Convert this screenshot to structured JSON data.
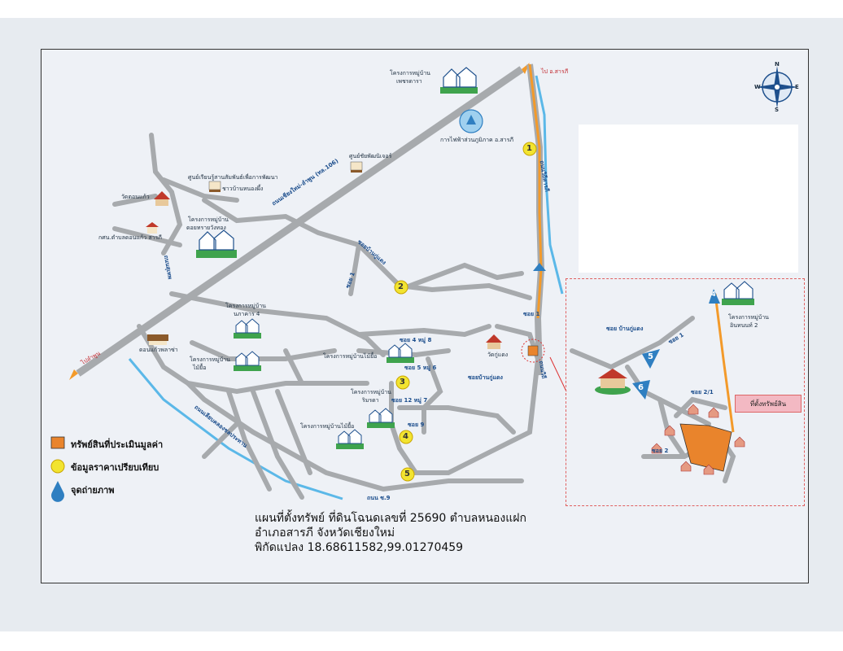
{
  "map": {
    "direction_labels": {
      "to_saraphi": "ไป อ.สารภี",
      "to_lamphun": "ไปลำพูน"
    },
    "landmarks": {
      "village_phet": [
        "โครงการหมู่บ้าน",
        "เพชรดารา"
      ],
      "electric_office": "การไฟฟ้าส่วนภูมิภาค อ.สารภี",
      "shop_center": "ศูนย์ชัยพัฒนิเจอร์",
      "learning_center": [
        "ศูนย์เรียนรู้สานสัมพันธ์เพื่อการพัฒนา",
        "ชาวบ้านหนองผึ้ง"
      ],
      "temple_nongphueng": "วัดดอนแก้ว",
      "school": "กศน.ตำบลดอนแก้ว สารภี",
      "village_doi": [
        "โครงการหมู่บ้าน",
        "ดอยทรายวังทอง"
      ],
      "village_nakha": [
        "โครงการหมู่บ้าน",
        "นภาคาร 4"
      ],
      "village_maiyue": [
        "โครงการหมู่บ้าน",
        "ไม้ยื้อ"
      ],
      "store_donkaew": "ดอนแก้วพลาซ่า",
      "village_maiyue2": "โครงการหมู่บ้านไม้ยื้อ",
      "temple_ku_daeng": "วัดกู่แดง",
      "village_rinrada": [
        "โครงการหมู่บ้าน",
        "ริมรดา"
      ],
      "village_maiyue3": "โครงการหมู่บ้านไม้ยื้อ",
      "inset_village": [
        "โครงการหมู่บ้าน",
        "อินทนนท์ 2"
      ],
      "property_callout": "ที่ตั้งทรัพย์สิน"
    },
    "road_labels": {
      "main_highway": "ถนนเชียงใหม่-ลำพูน (ทล.106)",
      "road_saraphi": "ถนนวิถีสารภี",
      "road_nongphueng": "ซอยบ้านกู่แดง",
      "soi1": "ซอย 1",
      "soi1b": "ซอย 1",
      "soi4_m8": "ซอย 4 หมู่ 8",
      "soi5_m6": "ซอย 5 หมู่ 6",
      "soi12_m7": "ซอย 12 หมู่ 7",
      "soi9": "ซอย 9",
      "soi_kudaeng": "ซอยบ้านกู่แดง",
      "canal_road": "ถนนเลียบคลองชลประทาน",
      "road_west": "ถนนสุเทพ",
      "road_south": "ถนน ซ.9",
      "road_right": "ถนนวิถี",
      "inset_soi_kudaeng": "ซอย บ้านกู่แดง",
      "inset_soi1": "ซอย 1",
      "inset_soi21": "ซอย 2/1",
      "inset_soi2": "ซอย 2"
    },
    "comparison_points": [
      "1",
      "2",
      "3",
      "4",
      "5"
    ],
    "photo_points": [
      "4",
      "5",
      "6"
    ],
    "colors": {
      "road": "#a7aaad",
      "main_road": "#f39a2a",
      "canal": "#5bb8e8",
      "property": "#e9842c",
      "marker": "#f2e430",
      "photo": "#2f7fc1"
    }
  },
  "legend": {
    "property": "ทรัพย์สินที่ประเมินมูลค่า",
    "comparison": "ข้อมูลราคาเปรียบเทียบ",
    "photo": "จุดถ่ายภาพ"
  },
  "caption": {
    "line1": "แผนที่ตั้งทรัพย์  ที่ดินโฉนดเลขที่ 25690  ตำบลหนองแฝก",
    "line2": "อำเภอสารภี  จังหวัดเชียงใหม่",
    "line3": "พิกัดแปลง 18.68611582,99.01270459"
  },
  "compass": {
    "n": "N",
    "e": "E",
    "w": "W",
    "s": "S"
  }
}
